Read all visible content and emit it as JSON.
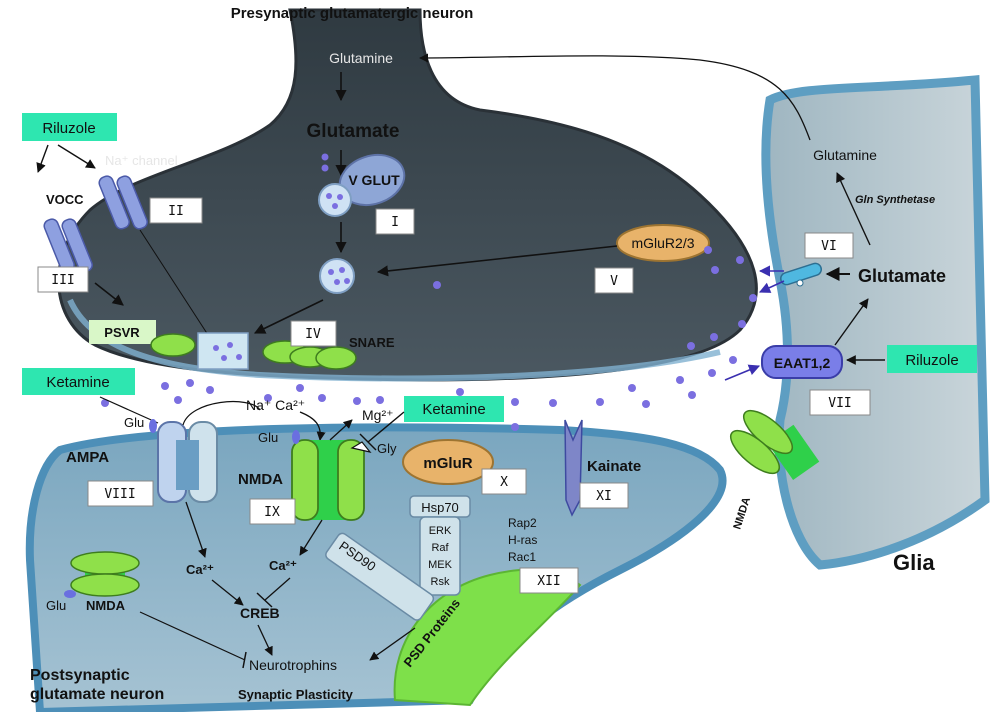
{
  "titles": {
    "presynaptic": "Presynaptic glutamatergic neuron",
    "postsynaptic_line1": "Postsynaptic",
    "postsynaptic_line2": "glutamate neuron",
    "glia": "Glia"
  },
  "presynaptic": {
    "glutamine": "Glutamine",
    "glutamate": "Glutamate",
    "vglut": "V GLUT",
    "na_channel": "Na⁺ channel",
    "vocc": "VOCC",
    "psvr": "PSVR",
    "snare": "SNARE",
    "mglur23": "mGluR2/3"
  },
  "drugs": {
    "riluzole_top": "Riluzole",
    "riluzole_right": "Riluzole",
    "ketamine_left": "Ketamine",
    "ketamine_mid": "Ketamine"
  },
  "glia_labels": {
    "glutamine": "Glutamine",
    "gln_synthetase": "Gln Synthetase",
    "glutamate": "Glutamate",
    "eaat": "EAAT1,2",
    "nmda": "NMDA"
  },
  "postsynaptic": {
    "glu1": "Glu",
    "ampa": "AMPA",
    "na_ca": "Na⁺ Ca²⁺",
    "mg": "Mg²⁺",
    "glu2": "Glu",
    "gly": "Gly",
    "nmda": "NMDA",
    "mglur": "mGluR",
    "hsp70": "Hsp70",
    "erk": "ERK",
    "raf": "Raf",
    "mek": "MEK",
    "rsk": "Rsk",
    "rap2": "Rap2",
    "hras": "H-ras",
    "rac1": "Rac1",
    "psd90": "PSD90",
    "psd_proteins": "PSD Proteins",
    "kainate": "Kainate",
    "ca1": "Ca²⁺",
    "ca2": "Ca²⁺",
    "creb": "CREB",
    "neurotrophins": "Neurotrophins",
    "synaptic_plasticity": "Synaptic Plasticity",
    "glu3": "Glu",
    "nmda2": "NMDA"
  },
  "roman": {
    "i": "I",
    "ii": "II",
    "iii": "III",
    "iv": "IV",
    "v": "V",
    "vi": "VI",
    "vii": "VII",
    "viii": "VIII",
    "ix": "IX",
    "x": "X",
    "xi": "XI",
    "xii": "XII"
  },
  "colors": {
    "presynaptic_fill": "#3e4a52",
    "postsynaptic_fill": "#8fb4c9",
    "glia_fill": "#b4c6ce",
    "drug_box": "#2ee6b0",
    "receptor_green": "#7ee04a",
    "glutamate_dot": "#7b6fe0",
    "mglur_fill": "#e8b36a"
  }
}
